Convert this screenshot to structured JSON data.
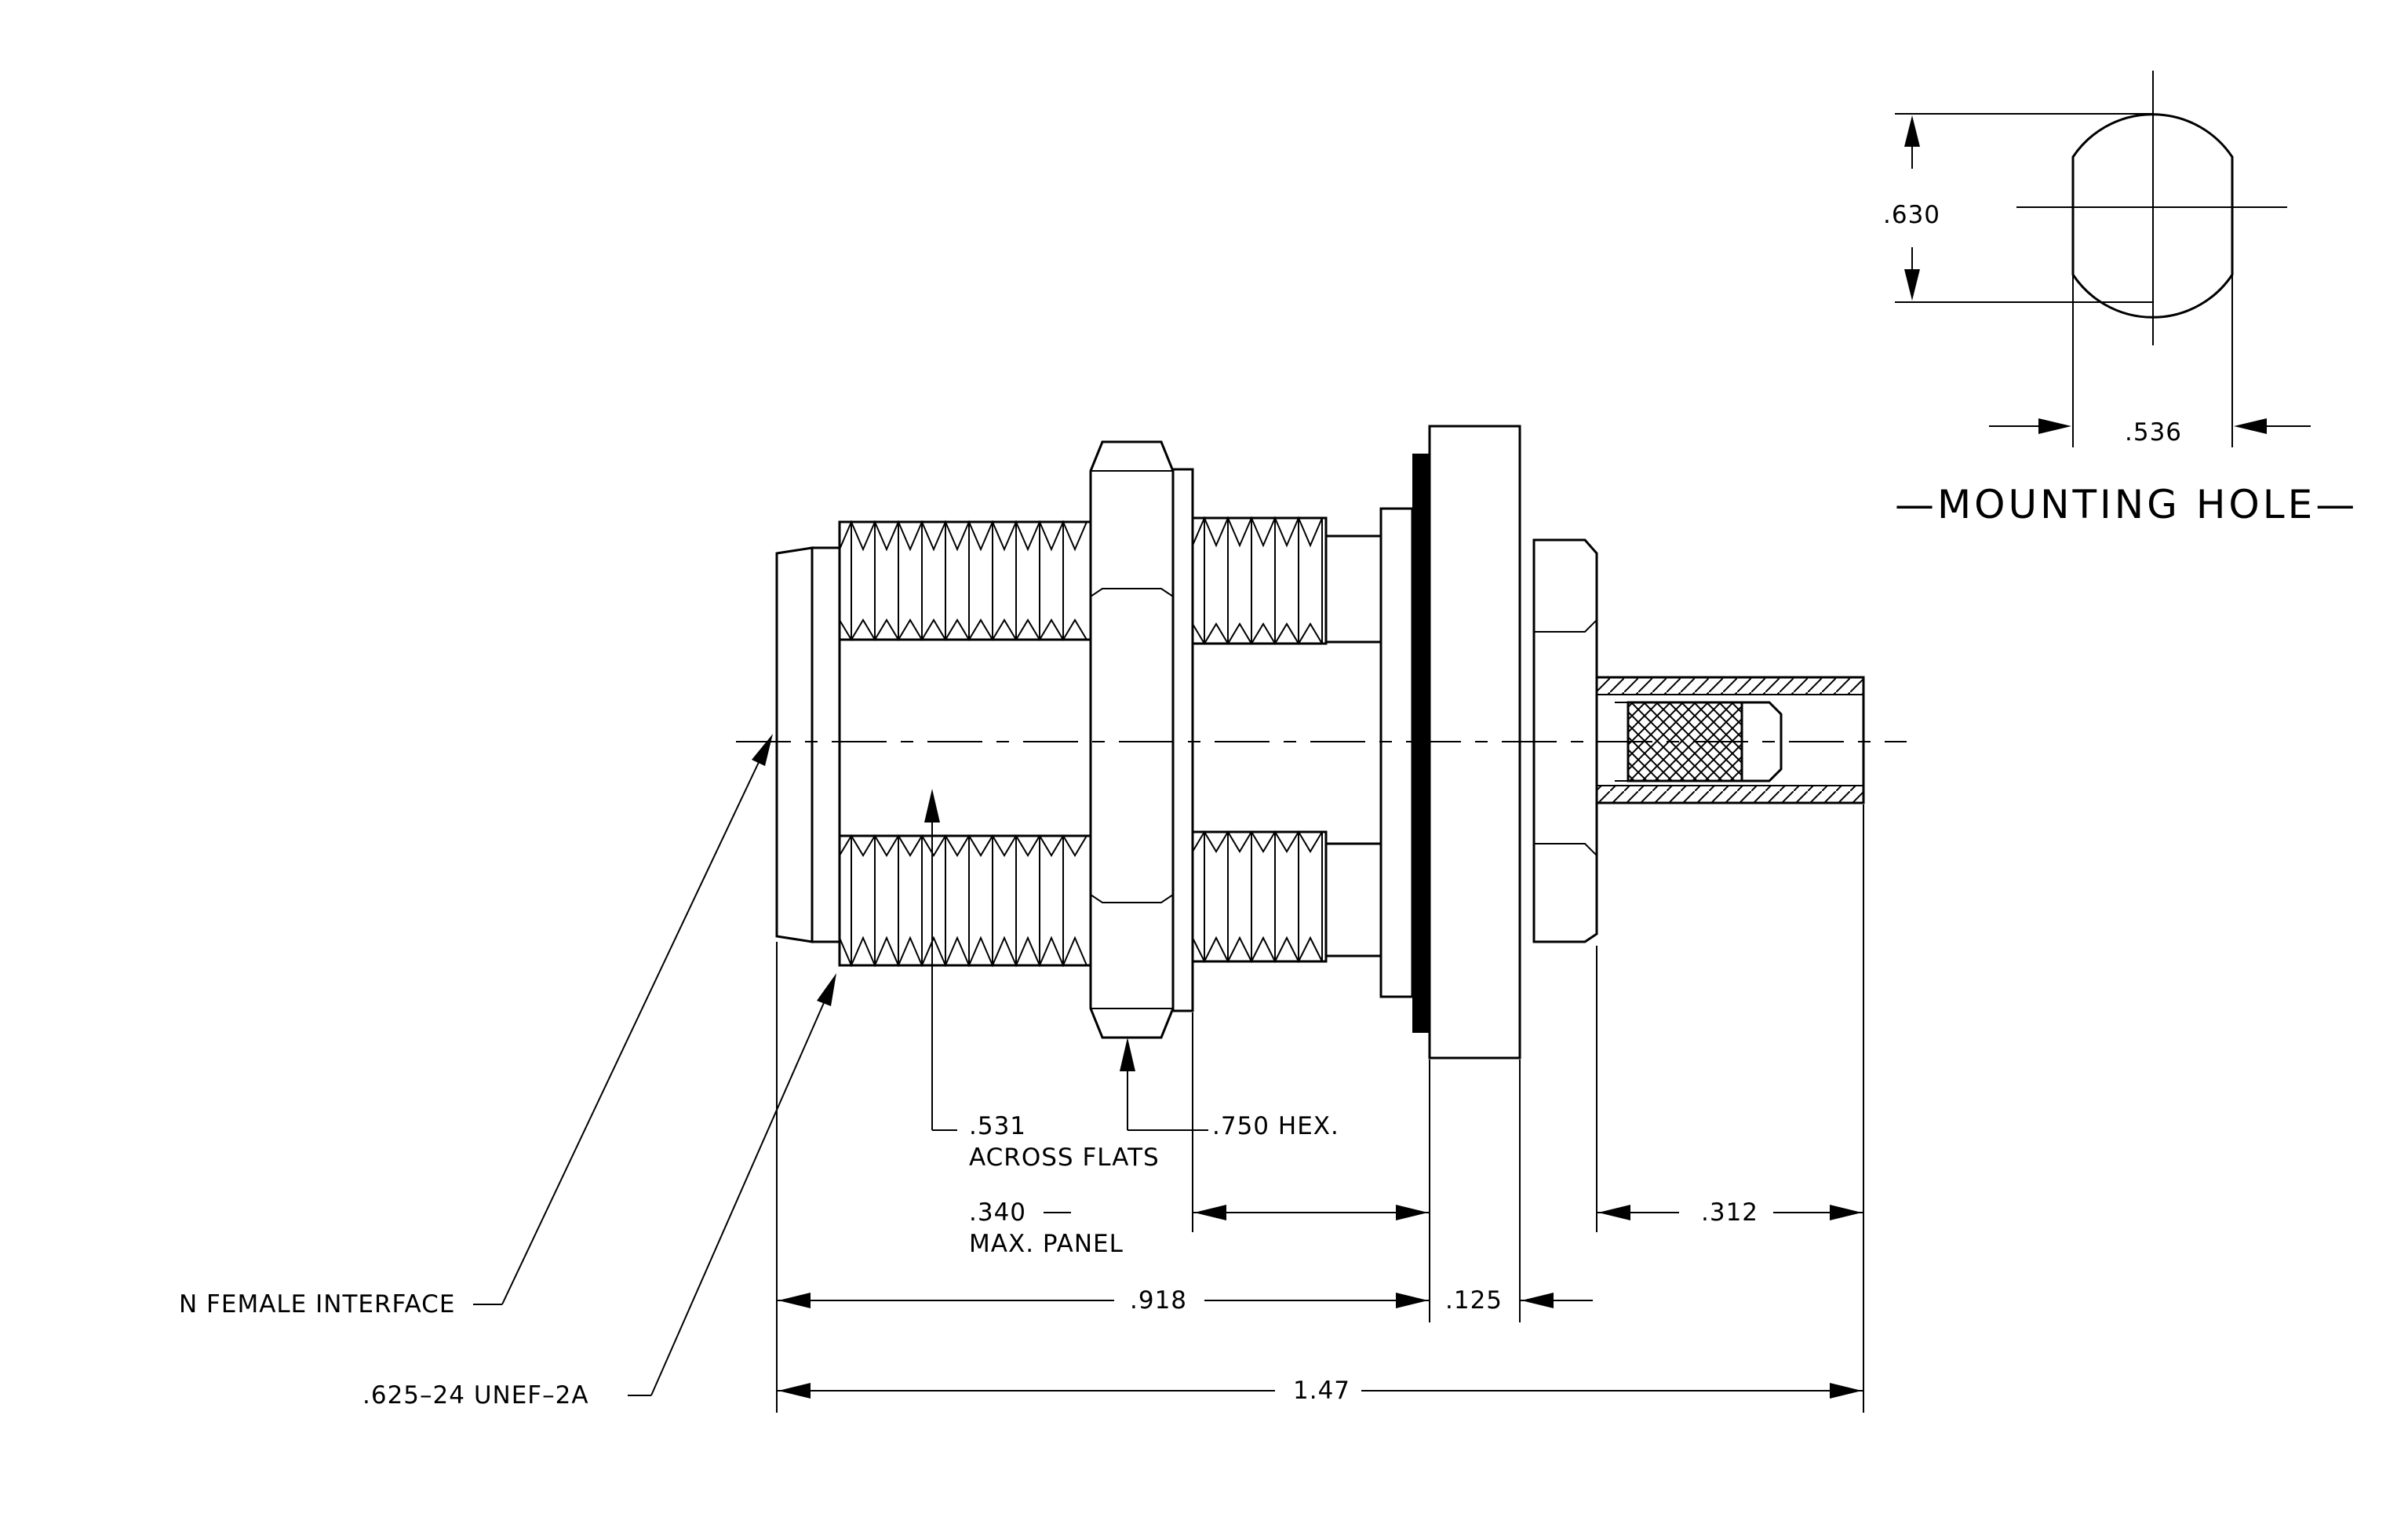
{
  "mounting_hole": {
    "title": "—MOUNTING HOLE—",
    "height_dim": ".630",
    "width_dim": ".536"
  },
  "callouts": {
    "across_flats_value": ".531",
    "across_flats_label": "ACROSS FLATS",
    "hex": ".750 HEX.",
    "max_panel_value": ".340",
    "max_panel_label": "MAX. PANEL",
    "interface": "N FEMALE INTERFACE",
    "thread": ".625–24 UNEF–2A"
  },
  "dimensions": {
    "d918": ".918",
    "d125": ".125",
    "d312": ".312",
    "d147": "1.47"
  }
}
